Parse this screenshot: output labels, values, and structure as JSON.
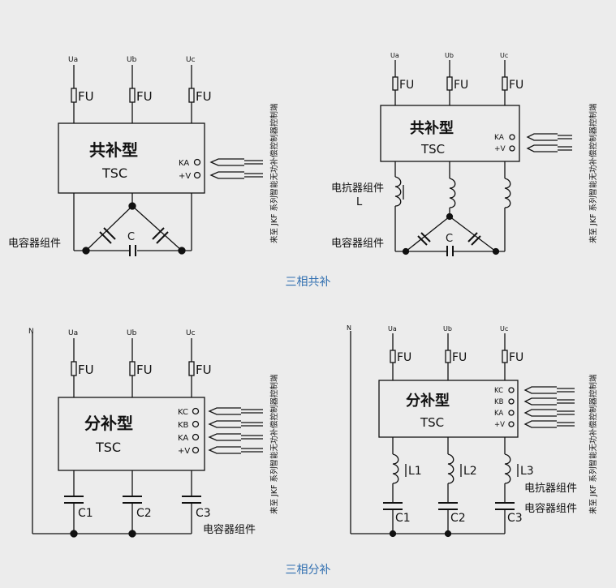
{
  "colors": {
    "background": "#ececec",
    "line": "#111111",
    "caption": "#2f6eb0"
  },
  "icons": [
    "fuse-icon",
    "capacitor-icon",
    "inductor-icon",
    "terminal-icon",
    "signal-arrow-icon",
    "junction-dot-icon"
  ],
  "sections": [
    {
      "caption": "三相共补"
    },
    {
      "caption": "三相分补"
    }
  ],
  "diagrams": [
    {
      "phases": [
        "Ua",
        "Ub",
        "Uc"
      ],
      "fuse_label": "FU",
      "box_title": "共补型",
      "box_subtitle": "TSC",
      "terminals": [
        "KA",
        "+V"
      ],
      "cap_label": "C",
      "cap_group_label": "电容器组件",
      "side_note": "来至 JKF 系列智能无功补偿控制器控制端"
    },
    {
      "phases": [
        "Ua",
        "Ub",
        "Uc"
      ],
      "fuse_label": "FU",
      "box_title": "共补型",
      "box_subtitle": "TSC",
      "terminals": [
        "KA",
        "+V"
      ],
      "reactor_label": "电抗器组件",
      "reactor_symbol": "L",
      "cap_label": "C",
      "cap_group_label": "电容器组件",
      "side_note": "来至 JKF 系列智能无功补偿控制器控制端"
    },
    {
      "neutral": "N",
      "phases": [
        "Ua",
        "Ub",
        "Uc"
      ],
      "fuse_label": "FU",
      "box_title": "分补型",
      "box_subtitle": "TSC",
      "terminals": [
        "KC",
        "KB",
        "KA",
        "+V"
      ],
      "caps": [
        "C1",
        "C2",
        "C3"
      ],
      "cap_group_label": "电容器组件",
      "side_note": "来至 JKF 系列智能无功补偿控制器控制端"
    },
    {
      "neutral": "N",
      "phases": [
        "Ua",
        "Ub",
        "Uc"
      ],
      "fuse_label": "FU",
      "box_title": "分补型",
      "box_subtitle": "TSC",
      "terminals": [
        "KC",
        "KB",
        "KA",
        "+V"
      ],
      "inductors": [
        "L1",
        "L2",
        "L3"
      ],
      "caps": [
        "C1",
        "C2",
        "C3"
      ],
      "reactor_label": "电抗器组件",
      "cap_group_label": "电容器组件",
      "side_note": "来至 JKF 系列智能无功补偿控制器控制端"
    }
  ]
}
